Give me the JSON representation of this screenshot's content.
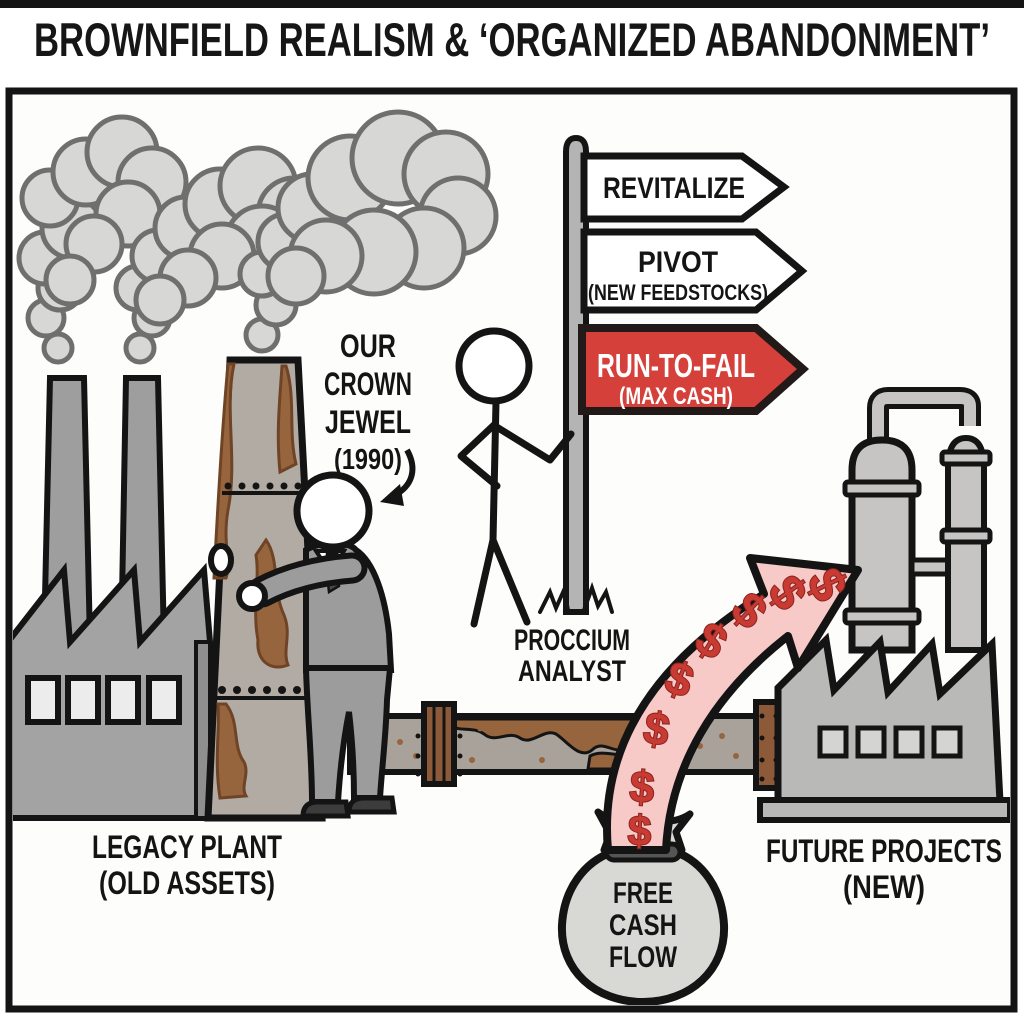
{
  "title": "BROWNFIELD REALISM & ‘ORGANIZED ABANDONMENT’",
  "panel": {
    "signpost": {
      "sign1": {
        "label": "REVITALIZE"
      },
      "sign2": {
        "label": "PIVOT",
        "sub": "(NEW FEEDSTOCKS)"
      },
      "sign3": {
        "label": "RUN-TO-FAIL",
        "sub": "(MAX CASH)"
      }
    },
    "crown_jewel": {
      "line1": "OUR",
      "line2": "CROWN",
      "line3": "JEWEL",
      "line4": "(1990)"
    },
    "analyst": {
      "line1": "PROCCIUM",
      "line2": "ANALYST"
    },
    "legacy_plant": {
      "line1": "LEGACY PLANT",
      "line2": "(OLD ASSETS)"
    },
    "future_projects": {
      "line1": "FUTURE PROJECTS",
      "line2": "(NEW)"
    },
    "cash_bag": {
      "line1": "FREE",
      "line2": "CASH",
      "line3": "FLOW"
    },
    "dollar_sign": "$"
  },
  "colors": {
    "sign_red": "#d6403a",
    "arrow_pink": "#f7c9c7",
    "dollar_red": "#c93a33",
    "smoke_gray": "#d7d7d5",
    "machine_gray": "#a8a29b",
    "rust_brown": "#96653e",
    "ink": "#141414"
  }
}
